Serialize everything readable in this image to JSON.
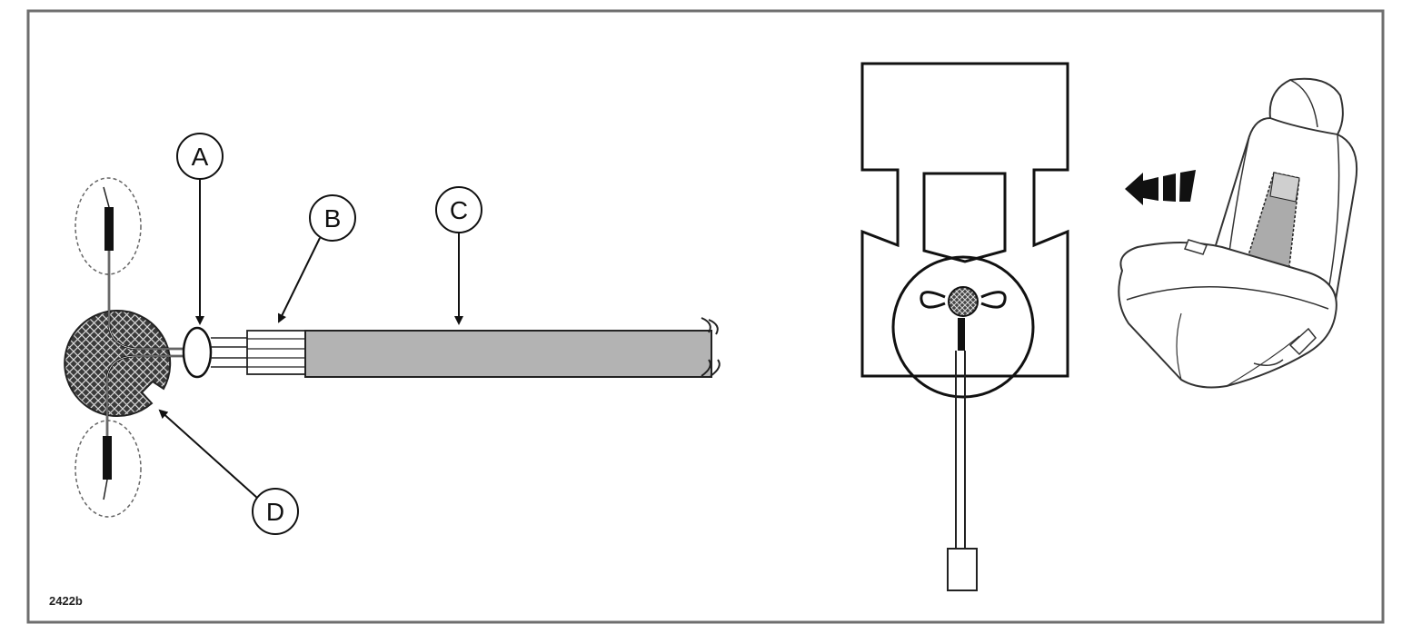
{
  "figure": {
    "reference_code": "2422b",
    "callouts": {
      "a": "A",
      "b": "B",
      "c": "C",
      "d": "D"
    },
    "colors": {
      "frame": "#6e6e6e",
      "line": "#111111",
      "sleeve_fill": "#b3b3b3",
      "mesh_fill": "#3a3a3a",
      "seat_line": "#333333"
    },
    "icons": {
      "seat": "car-seat-icon",
      "direction_arrow": "dashed-arrow-left-icon"
    }
  }
}
